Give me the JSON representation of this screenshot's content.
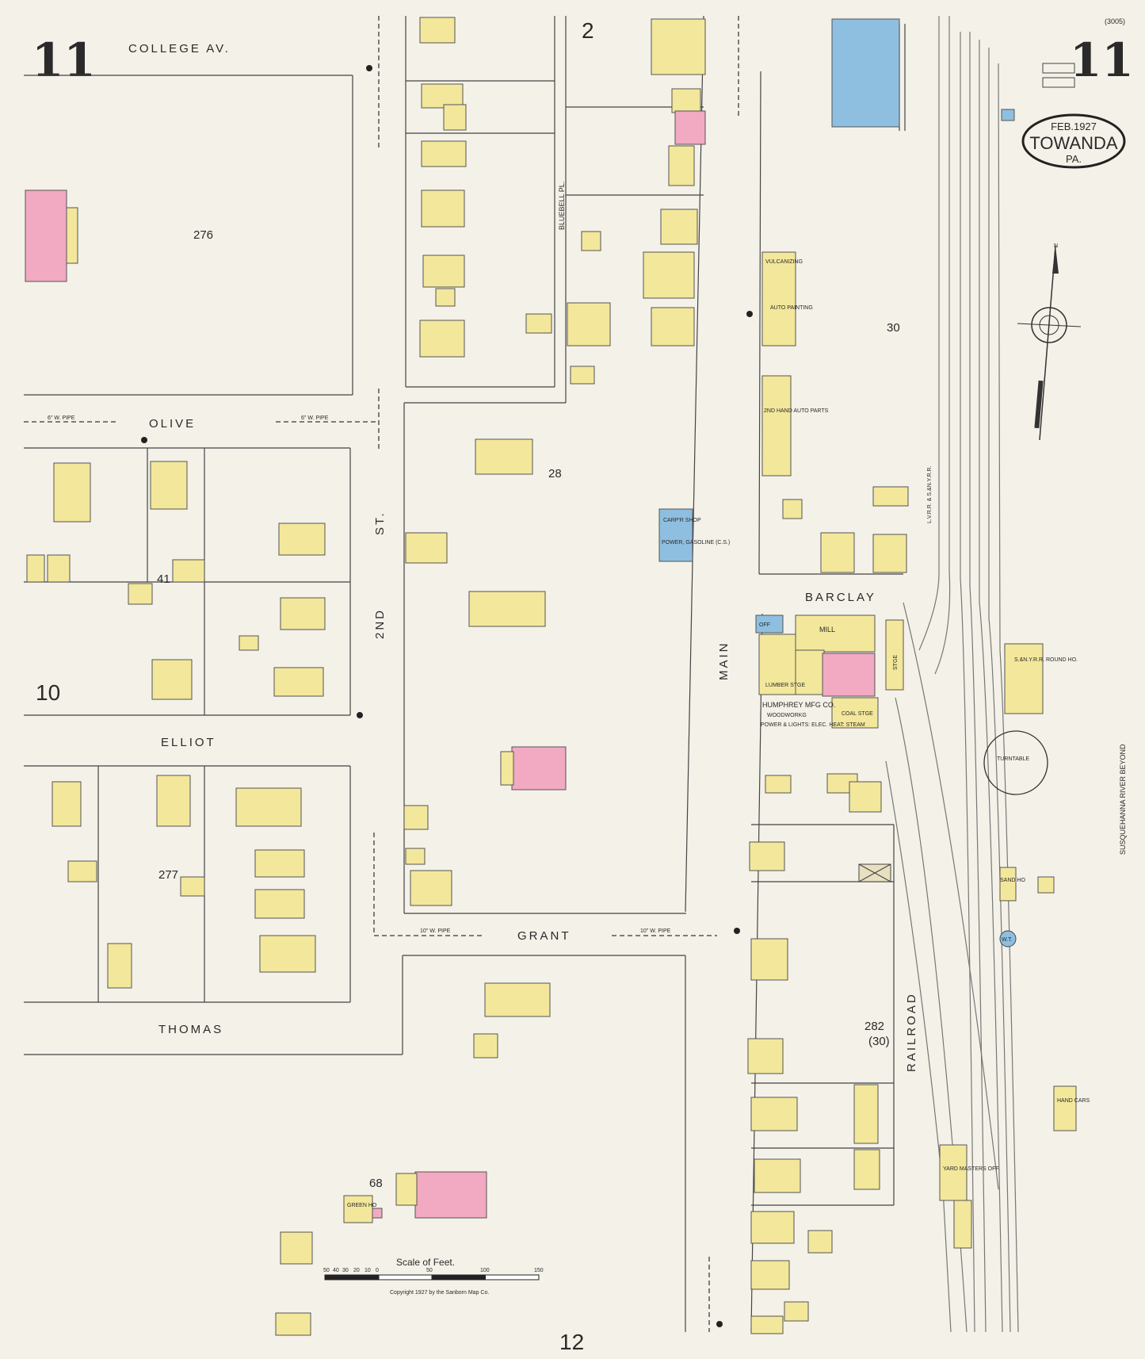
{
  "sheet": {
    "number": "11",
    "date": "FEB.1927",
    "town": "TOWANDA",
    "state": "PA.",
    "code": "(3005)"
  },
  "streets": {
    "college": "COLLEGE AV.",
    "olive": "OLIVE",
    "elliot": "ELLIOT",
    "thomas": "THOMAS",
    "grant": "GRANT",
    "barclay": "BARCLAY",
    "second": "2ND",
    "st": "ST.",
    "main": "MAIN",
    "railroad": "RAILROAD",
    "bluebell": "BLUEBELL PL."
  },
  "blocks": {
    "b276": "276",
    "b28": "28",
    "b41": "41",
    "b277": "277",
    "b68": "68",
    "b30": "30",
    "b282": "282",
    "b282b": "(30)"
  },
  "adjacent_sheets": {
    "top": "2",
    "left": "10",
    "bottom": "12"
  },
  "labels": {
    "carpe_shop": "CARP'R SHOP",
    "power": "POWER, GASOLINE (C.S.)",
    "mill": "MILL",
    "lumber": "LUMBER STGE",
    "humphrey": "HUMPHREY MFG CO.",
    "woodworking": "WOODWORKG",
    "power_lights": "POWER & LIGHTS: ELEC. HEAT: STEAM",
    "coal": "COAL STGE",
    "vulcanizing": "VULCANIZING",
    "auto_painting": "AUTO PAINTING",
    "auto_parts": "2ND HAND AUTO PARTS",
    "roundhouse": "S.&N.Y.R.R. ROUND HO.",
    "turntable": "TURNTABLE",
    "sand_ho": "SAND HO",
    "hand_cars": "HAND CARS",
    "yard_masters": "YARD MASTERS OFF.",
    "green_ho": "GREEN HO",
    "off": "OFF",
    "river": "SUSQUEHANNA RIVER BEYOND",
    "rr_line": "L.V.R.R. & S.&N.Y.R.R.",
    "stge": "STGE",
    "wt": "W.T."
  },
  "scale": {
    "title": "Scale of Feet.",
    "ticks": [
      "50",
      "40",
      "30",
      "20",
      "10",
      "0",
      "50",
      "100",
      "150"
    ],
    "copyright": "Copyright 1927 by the Sanborn Map Co."
  },
  "pipes": {
    "w6": "6\" W. PIPE",
    "w10": "10\" W. PIPE"
  },
  "colors": {
    "paper": "#f4f1e8",
    "frame_wood": "#f3e79b",
    "brick": "#f2a9c2",
    "special": "#8ebfe0"
  }
}
